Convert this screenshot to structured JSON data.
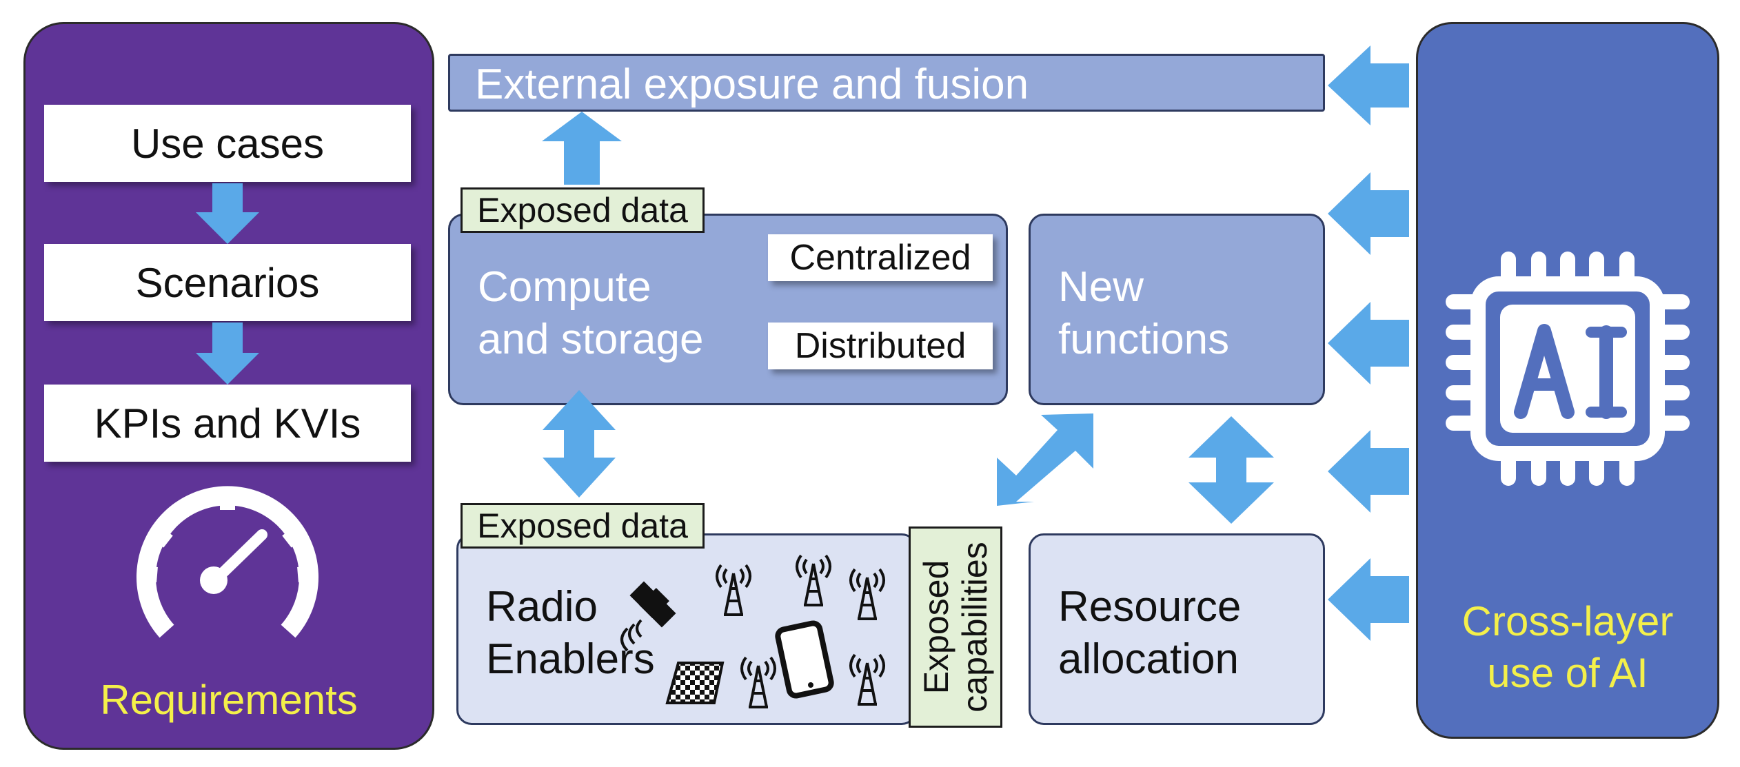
{
  "requirements": {
    "steps": [
      "Use cases",
      "Scenarios",
      "KPIs and KVIs"
    ],
    "label": "Requirements",
    "icon": "speedometer-icon"
  },
  "cross_layer": {
    "label": [
      "Cross-layer",
      "use of AI"
    ],
    "icon": "ai-chip-icon"
  },
  "external": {
    "label": "External exposure and fusion"
  },
  "compute": {
    "label": [
      "Compute",
      "and storage"
    ],
    "options": [
      "Centralized",
      "Distributed"
    ],
    "tag": "Exposed data"
  },
  "new_functions": {
    "label": [
      "New",
      "functions"
    ]
  },
  "radio": {
    "label": [
      "Radio",
      "Enablers"
    ],
    "tag": "Exposed data",
    "side_tag": [
      "Exposed",
      "capabilities"
    ],
    "icons": [
      "satellite-icon",
      "antenna-tower-icon",
      "smartphone-icon",
      "reflective-surface-icon"
    ]
  },
  "resource": {
    "label": [
      "Resource",
      "allocation"
    ]
  },
  "colors": {
    "requirements_panel": "#5f3497",
    "ai_panel": "#536fbd",
    "arrow": "#5aa9e8",
    "highlight_text": "#f4f04a",
    "box_dark": "#94a8d8",
    "box_light": "#dce2f3",
    "tag_bg": "#e3f0d7"
  }
}
